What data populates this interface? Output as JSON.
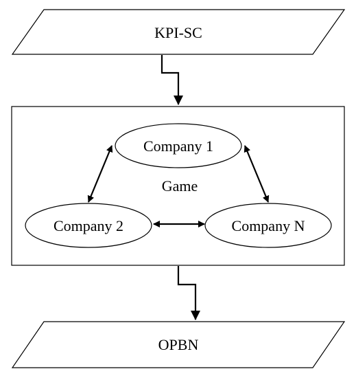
{
  "diagram": {
    "input_label": "KPI-SC",
    "game_label": "Game",
    "company1_label": "Company 1",
    "company2_label": "Company 2",
    "companyN_label": "Company N",
    "output_label": "OPBN"
  }
}
